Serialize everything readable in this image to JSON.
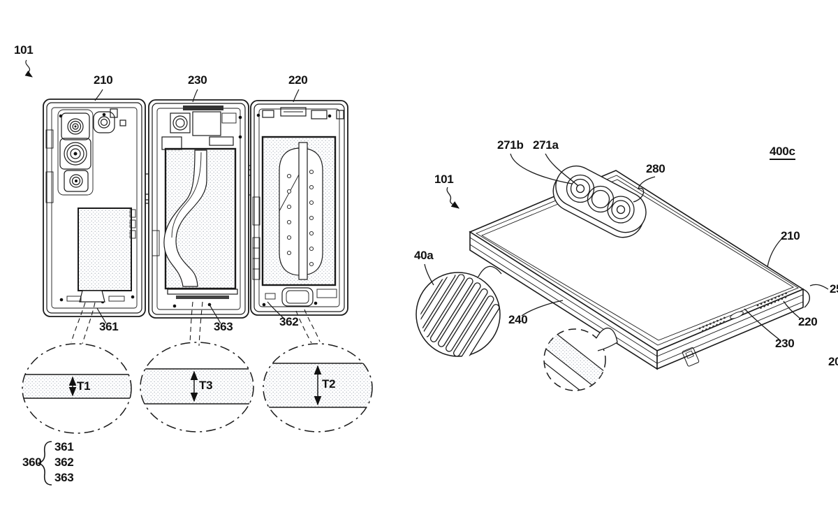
{
  "palette": {
    "line": "#1a1a1a",
    "stipple": "#b4bac2",
    "background": "#ffffff"
  },
  "figure_exploded": {
    "ref_101": "101",
    "label_210": "210",
    "label_230": "230",
    "label_220": "220",
    "label_361": "361",
    "label_363": "363",
    "label_362": "362",
    "thickness_t1": "T1",
    "thickness_t3": "T3",
    "thickness_t2": "T2",
    "group_360": {
      "label": "360",
      "item_361": "361",
      "item_362": "362",
      "item_363": "363"
    }
  },
  "figure_perspective": {
    "fig_id": "400c",
    "ref_101": "101",
    "label_271b": "271b",
    "label_271a": "271a",
    "label_280": "280",
    "label_210": "210",
    "label_40a": "40a",
    "label_240": "240",
    "label_220": "220",
    "label_230": "230",
    "label_250_clipped": "25",
    "label_20_clipped": "20"
  }
}
